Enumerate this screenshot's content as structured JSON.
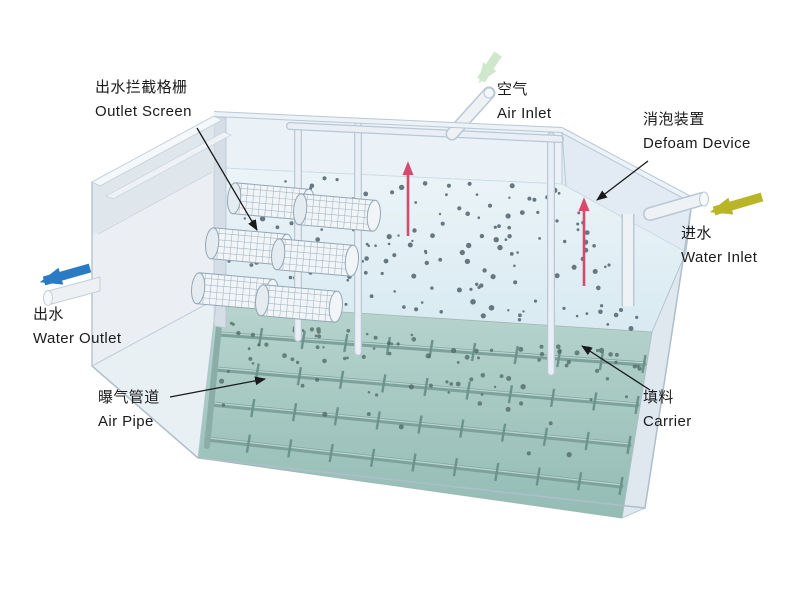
{
  "labels": {
    "outlet_screen": {
      "zh": "出水拦截格栅",
      "en": "Outlet Screen"
    },
    "air_inlet": {
      "zh": "空气",
      "en": "Air Inlet"
    },
    "defoam_device": {
      "zh": "消泡装置",
      "en": "Defoam Device"
    },
    "water_inlet": {
      "zh": "进水",
      "en": "Water Inlet"
    },
    "water_outlet": {
      "zh": "出水",
      "en": "Water Outlet"
    },
    "air_pipe": {
      "zh": "曝气管道",
      "en": "Air Pipe"
    },
    "carrier": {
      "zh": "填料",
      "en": "Carrier"
    }
  },
  "colors": {
    "water_outlet_arrow": "#2b7bc4",
    "water_inlet_arrow": "#b9b529",
    "air_inlet_arrow": "#cfe7ca",
    "defoam_arrow": "#d84a6b",
    "pointer_arrow": "#1a1a1a"
  }
}
